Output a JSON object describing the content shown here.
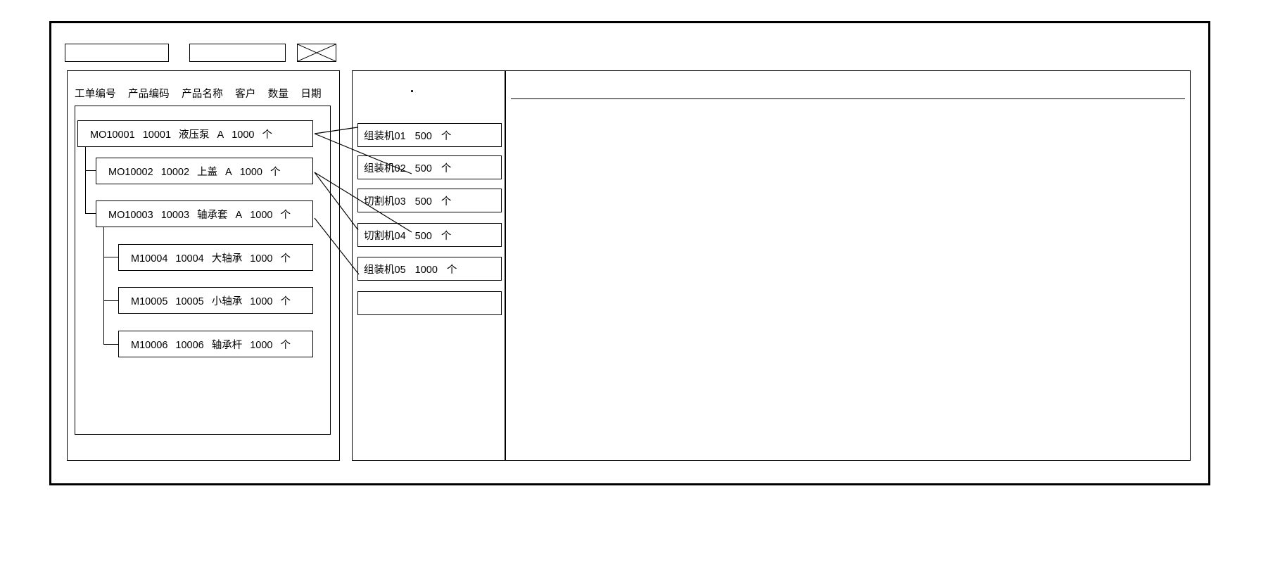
{
  "window": {
    "title": ""
  },
  "toolbar": {
    "fields": [
      {
        "name": "toolbar-field-1",
        "value": "",
        "placeholder": ""
      },
      {
        "name": "toolbar-field-2",
        "value": "",
        "placeholder": ""
      }
    ],
    "image_placeholder": "image-placeholder-icon"
  },
  "left_panel": {
    "columns": [
      "工单编号",
      "产品编码",
      "产品名称",
      "客户",
      "数量",
      "日期"
    ],
    "rows": [
      {
        "level": 0,
        "order": "MO10001",
        "code": "10001",
        "name": "液压泵",
        "customer": "A",
        "qty": "1000",
        "unit": "个"
      },
      {
        "level": 1,
        "order": "MO10002",
        "code": "10002",
        "name": "上盖",
        "customer": "A",
        "qty": "1000",
        "unit": "个"
      },
      {
        "level": 1,
        "order": "MO10003",
        "code": "10003",
        "name": "轴承套",
        "customer": "A",
        "qty": "1000",
        "unit": "个"
      },
      {
        "level": 2,
        "order": "M10004",
        "code": "10004",
        "name": "大轴承",
        "customer": "",
        "qty": "1000",
        "unit": "个"
      },
      {
        "level": 2,
        "order": "M10005",
        "code": "10005",
        "name": "小轴承",
        "customer": "",
        "qty": "1000",
        "unit": "个"
      },
      {
        "level": 2,
        "order": "M10006",
        "code": "10006",
        "name": "轴承杆",
        "customer": "",
        "qty": "1000",
        "unit": "个"
      }
    ]
  },
  "middle_panel": {
    "machines": [
      {
        "name": "组装机01",
        "qty": "500",
        "unit": "个"
      },
      {
        "name": "组装机02",
        "qty": "500",
        "unit": "个"
      },
      {
        "name": "切割机03",
        "qty": "500",
        "unit": "个"
      },
      {
        "name": "切割机04",
        "qty": "500",
        "unit": "个"
      },
      {
        "name": "组装机05",
        "qty": "1000",
        "unit": "个"
      },
      {
        "name": "",
        "qty": "",
        "unit": ""
      }
    ]
  },
  "right_panel": {
    "header_text": "",
    "body_text": ""
  },
  "colors": {
    "line": "#000000",
    "background": "#ffffff"
  }
}
